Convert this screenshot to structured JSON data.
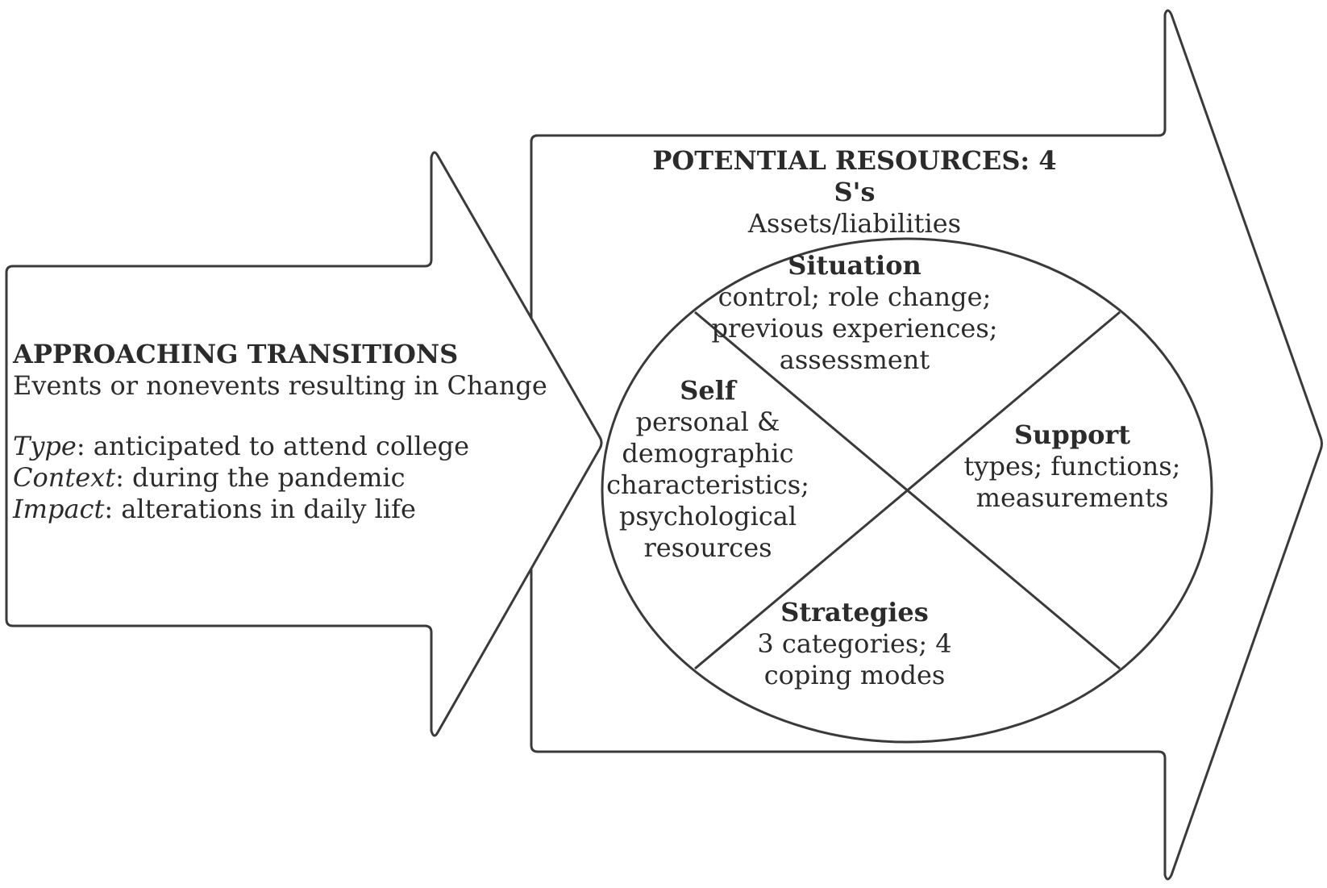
{
  "diagram": {
    "left_arrow": {
      "title": "APPROACHING TRANSITIONS",
      "subtitle": "Events or nonevents resulting in Change",
      "items": [
        {
          "label": "Type",
          "text": ": anticipated to attend college"
        },
        {
          "label": "Context",
          "text": ": during the pandemic"
        },
        {
          "label": "Impact",
          "text": ": alterations in daily life"
        }
      ]
    },
    "right_arrow": {
      "title": "POTENTIAL RESOURCES: 4 S's",
      "subtitle": "Assets/liabilities"
    },
    "circle": {
      "situation": {
        "title": "Situation",
        "lines": [
          "control; role change;",
          "previous experiences;",
          "assessment"
        ]
      },
      "self": {
        "title": "Self",
        "lines": [
          "personal &",
          "demographic",
          "characteristics;",
          "psychological",
          "resources"
        ]
      },
      "support": {
        "title": "Support",
        "lines": [
          "types; functions;",
          "measurements"
        ]
      },
      "strategies": {
        "title": "Strategies",
        "lines": [
          "3 categories; 4",
          "coping modes"
        ]
      }
    },
    "colors": {
      "stroke": "#3a3a3a",
      "fill": "#ffffff",
      "text": "#2b2b2b"
    }
  }
}
